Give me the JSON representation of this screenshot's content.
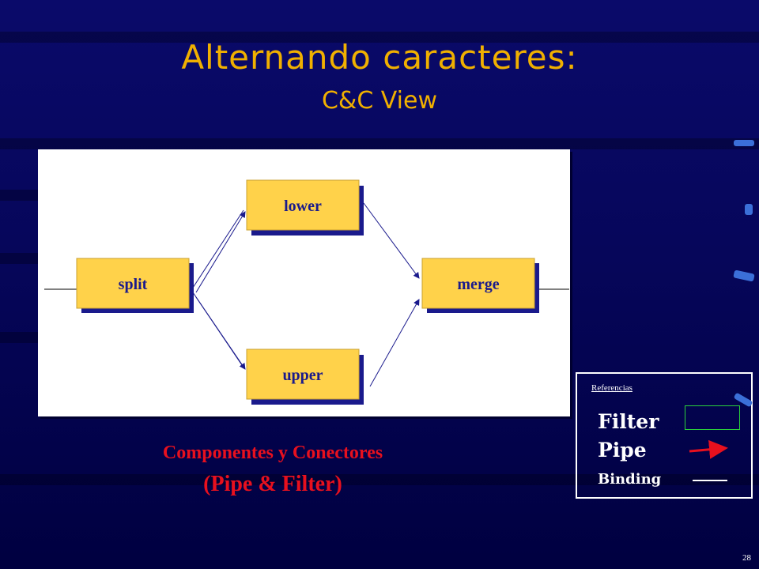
{
  "slide": {
    "title": "Alternando caracteres:",
    "subtitle": "C&C View",
    "page_number": "28"
  },
  "diagram": {
    "components": {
      "split": "split",
      "lower": "lower",
      "upper": "upper",
      "merge": "merge"
    }
  },
  "caption": {
    "line1": "Componentes y Conectores",
    "line2": "(Pipe & Filter)"
  },
  "legend": {
    "heading": "Referencias",
    "filter": "Filter",
    "pipe": "Pipe",
    "binding": "Binding"
  },
  "colors": {
    "background": "#06065a",
    "title": "#f0b000",
    "component_fill": "#ffd24a",
    "component_shadow": "#1a1a8c",
    "caption": "#e8101e",
    "pipe_legend": "#e8101e",
    "filter_legend": "#2bd13a"
  }
}
